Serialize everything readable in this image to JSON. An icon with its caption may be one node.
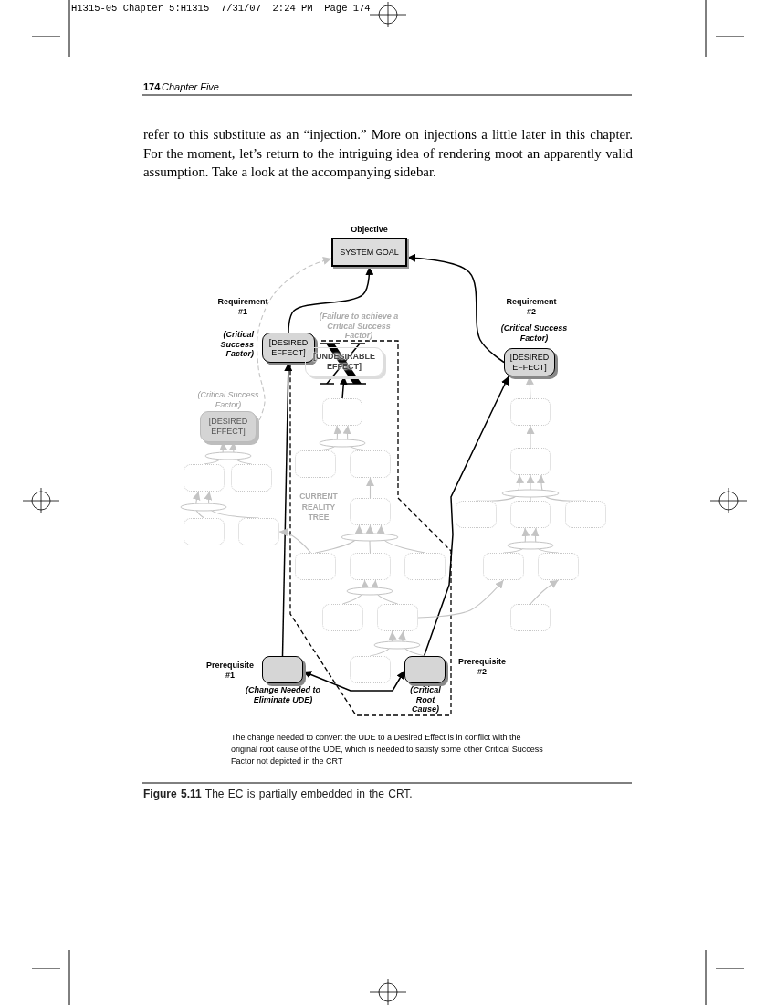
{
  "diagram": {
    "caption": "**Figure 5.11** The EC is partially embedded in the CRT.",
    "nodes": [
      {
        "text": [
          "Objective",
          "SYSTEM GOAL"
        ]
      },
      {
        "text": [
          "[DESIRED EFFECT]"
        ],
        "beside": [
          "Requirement #1",
          "(Critical Success Factor)"
        ]
      },
      {
        "text": [
          "[UNDESIRABLE EFFECT]"
        ],
        "beside": [
          "(Failure to achieve a Critical Success Factor)"
        ]
      },
      {
        "text": [
          "[DESIRED EFFECT]"
        ],
        "beside": [
          "Requirement #2",
          "(Critical Success Factor)"
        ]
      },
      {
        "text": [
          "[DESIRED EFFECT]"
        ],
        "beside": [
          "(Critical Success Factor)"
        ]
      },
      {
        "text": [],
        "shape": "box"
      },
      {
        "text": [],
        "shape": "box"
      },
      {
        "text": [],
        "shape": "box"
      },
      {
        "text": [],
        "shape": "box"
      },
      {
        "text": [],
        "shape": "box"
      },
      {
        "text": [],
        "shape": "box"
      },
      {
        "text": [],
        "shape": "box"
      },
      {
        "text": [],
        "shape": "box"
      },
      {
        "text": [],
        "shape": "box"
      },
      {
        "text": [],
        "shape": "box"
      },
      {
        "text": [],
        "shape": "box"
      },
      {
        "text": [],
        "shape": "box"
      },
      {
        "text": [],
        "shape": "box"
      },
      {
        "text": [],
        "shape": "box"
      },
      {
        "text": [],
        "shape": "box"
      },
      {
        "text": [],
        "shape": "box"
      },
      {
        "text": [],
        "shape": "box"
      },
      {
        "text": [],
        "shape": "box"
      },
      {
        "text": [],
        "shape": "box"
      },
      {
        "text": [],
        "shape": "box"
      },
      {
        "text": [],
        "shape": "box"
      },
      {
        "text": [],
        "shape": "box",
        "beside": [
          "Prerequisite #1",
          "(Change Needed to Eliminate UDE)"
        ]
      },
      {
        "text": [],
        "shape": "box"
      },
      {
        "text": [],
        "shape": "box",
        "beside": [
          "Prerequisite #2",
          "(Critical Root Cause)"
        ]
      }
    ],
    "edges": [
      {
        "from": 1,
        "to": 0,
        "arrow": "to",
        "color": "#000000"
      },
      {
        "from": 3,
        "to": 0,
        "arrow": "to",
        "color": "#000000"
      },
      {
        "from": 4,
        "to": 0,
        "arrow": "to",
        "style": "dashed"
      },
      {
        "from": 26,
        "to": 1,
        "arrow": "to",
        "color": "#000000"
      },
      {
        "from": 28,
        "to": 3,
        "arrow": "to",
        "color": "#000000"
      },
      {
        "from": 26,
        "to": 28,
        "arrow": "both",
        "color": "#000000"
      },
      {
        "from": 5,
        "to": 2,
        "arrow": "to",
        "color": "#000000"
      },
      {
        "from": 7,
        "to": 4,
        "arrow": "to"
      },
      {
        "from": 8,
        "to": 4,
        "arrow": "to"
      },
      {
        "from": 9,
        "to": 5,
        "arrow": "to"
      },
      {
        "from": 10,
        "to": 5,
        "arrow": "to"
      },
      {
        "from": 12,
        "to": 10,
        "arrow": "to"
      },
      {
        "from": 18,
        "to": 12,
        "arrow": "to"
      },
      {
        "from": 19,
        "to": 12,
        "arrow": "to"
      },
      {
        "from": 20,
        "to": 12,
        "arrow": "to"
      },
      {
        "from": 23,
        "to": 19,
        "arrow": "to"
      },
      {
        "from": 24,
        "to": 19,
        "arrow": "to"
      },
      {
        "from": 27,
        "to": 24,
        "arrow": "to"
      },
      {
        "from": 28,
        "to": 24,
        "arrow": "to"
      },
      {
        "from": 16,
        "to": 7,
        "arrow": "to"
      },
      {
        "from": 17,
        "to": 7,
        "arrow": "to"
      },
      {
        "from": 18,
        "to": 17,
        "arrow": "to"
      },
      {
        "from": 24,
        "to": 21,
        "arrow": "to"
      },
      {
        "from": 6,
        "to": 3,
        "arrow": "to"
      },
      {
        "from": 11,
        "to": 6,
        "arrow": "to"
      },
      {
        "from": 13,
        "to": 11,
        "arrow": "to"
      },
      {
        "from": 14,
        "to": 11,
        "arrow": "to"
      },
      {
        "from": 15,
        "to": 11,
        "arrow": "to"
      },
      {
        "from": 21,
        "to": 14,
        "arrow": "to"
      },
      {
        "from": 22,
        "to": 14,
        "arrow": "to"
      },
      {
        "from": 25,
        "to": 22,
        "arrow": "to"
      }
    ],
    "labels": [
      "H1315-05 Chapter 5:H1315  7/31/07  2:24 PM  Page 174",
      "174",
      "Chapter Five",
      "refer to this substitute as an “injection.” More on injections a little later in this chapter. For the moment, let’s return to the intriguing idea of rendering moot an apparently valid assumption. Take a look at the accompanying sidebar.",
      "CURRENT REALITY TREE",
      "The change needed to convert the UDE to a Desired Effect is in conflict with the original root cause of the UDE, which is needed to satisfy some other Critical Success Factor not depicted in the CRT"
    ]
  }
}
